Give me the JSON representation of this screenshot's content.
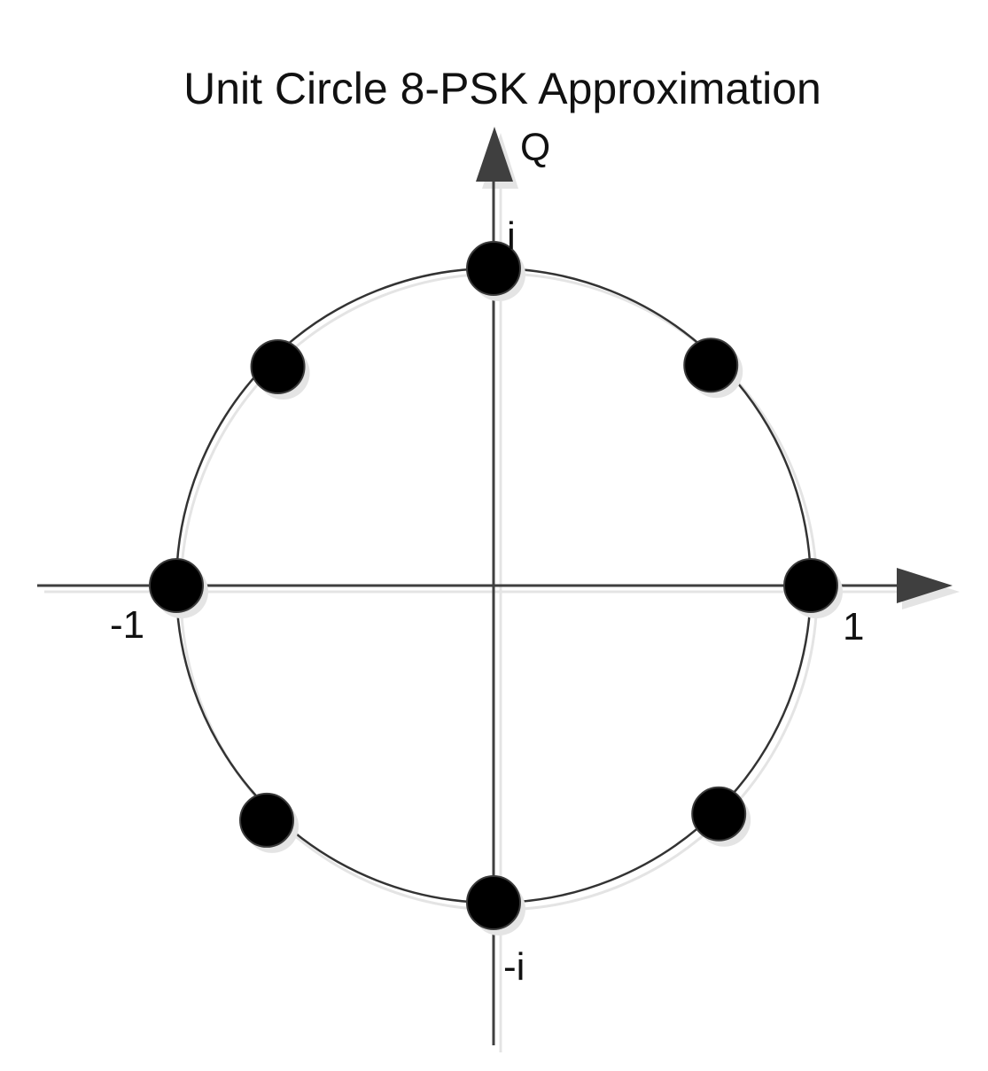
{
  "title": "Unit Circle 8-PSK Approximation",
  "axes": {
    "vertical_label": "Q",
    "tick_labels": {
      "top": "i",
      "bottom": "-i",
      "left": "-1",
      "right": "1"
    }
  },
  "constellation": {
    "type": "scatter",
    "radius": 1,
    "points": [
      {
        "x": 1.0,
        "y": 0.0
      },
      {
        "x": 0.685,
        "y": 0.695
      },
      {
        "x": 0.0,
        "y": 1.0
      },
      {
        "x": -0.68,
        "y": 0.69
      },
      {
        "x": -1.0,
        "y": 0.0
      },
      {
        "x": -0.715,
        "y": -0.74
      },
      {
        "x": 0.0,
        "y": -1.0
      },
      {
        "x": 0.71,
        "y": -0.72
      }
    ]
  },
  "colors": {
    "axis": "#3f3f3f",
    "shadow": "#e4e4e4",
    "point": "#000000",
    "circle": "#333333"
  }
}
